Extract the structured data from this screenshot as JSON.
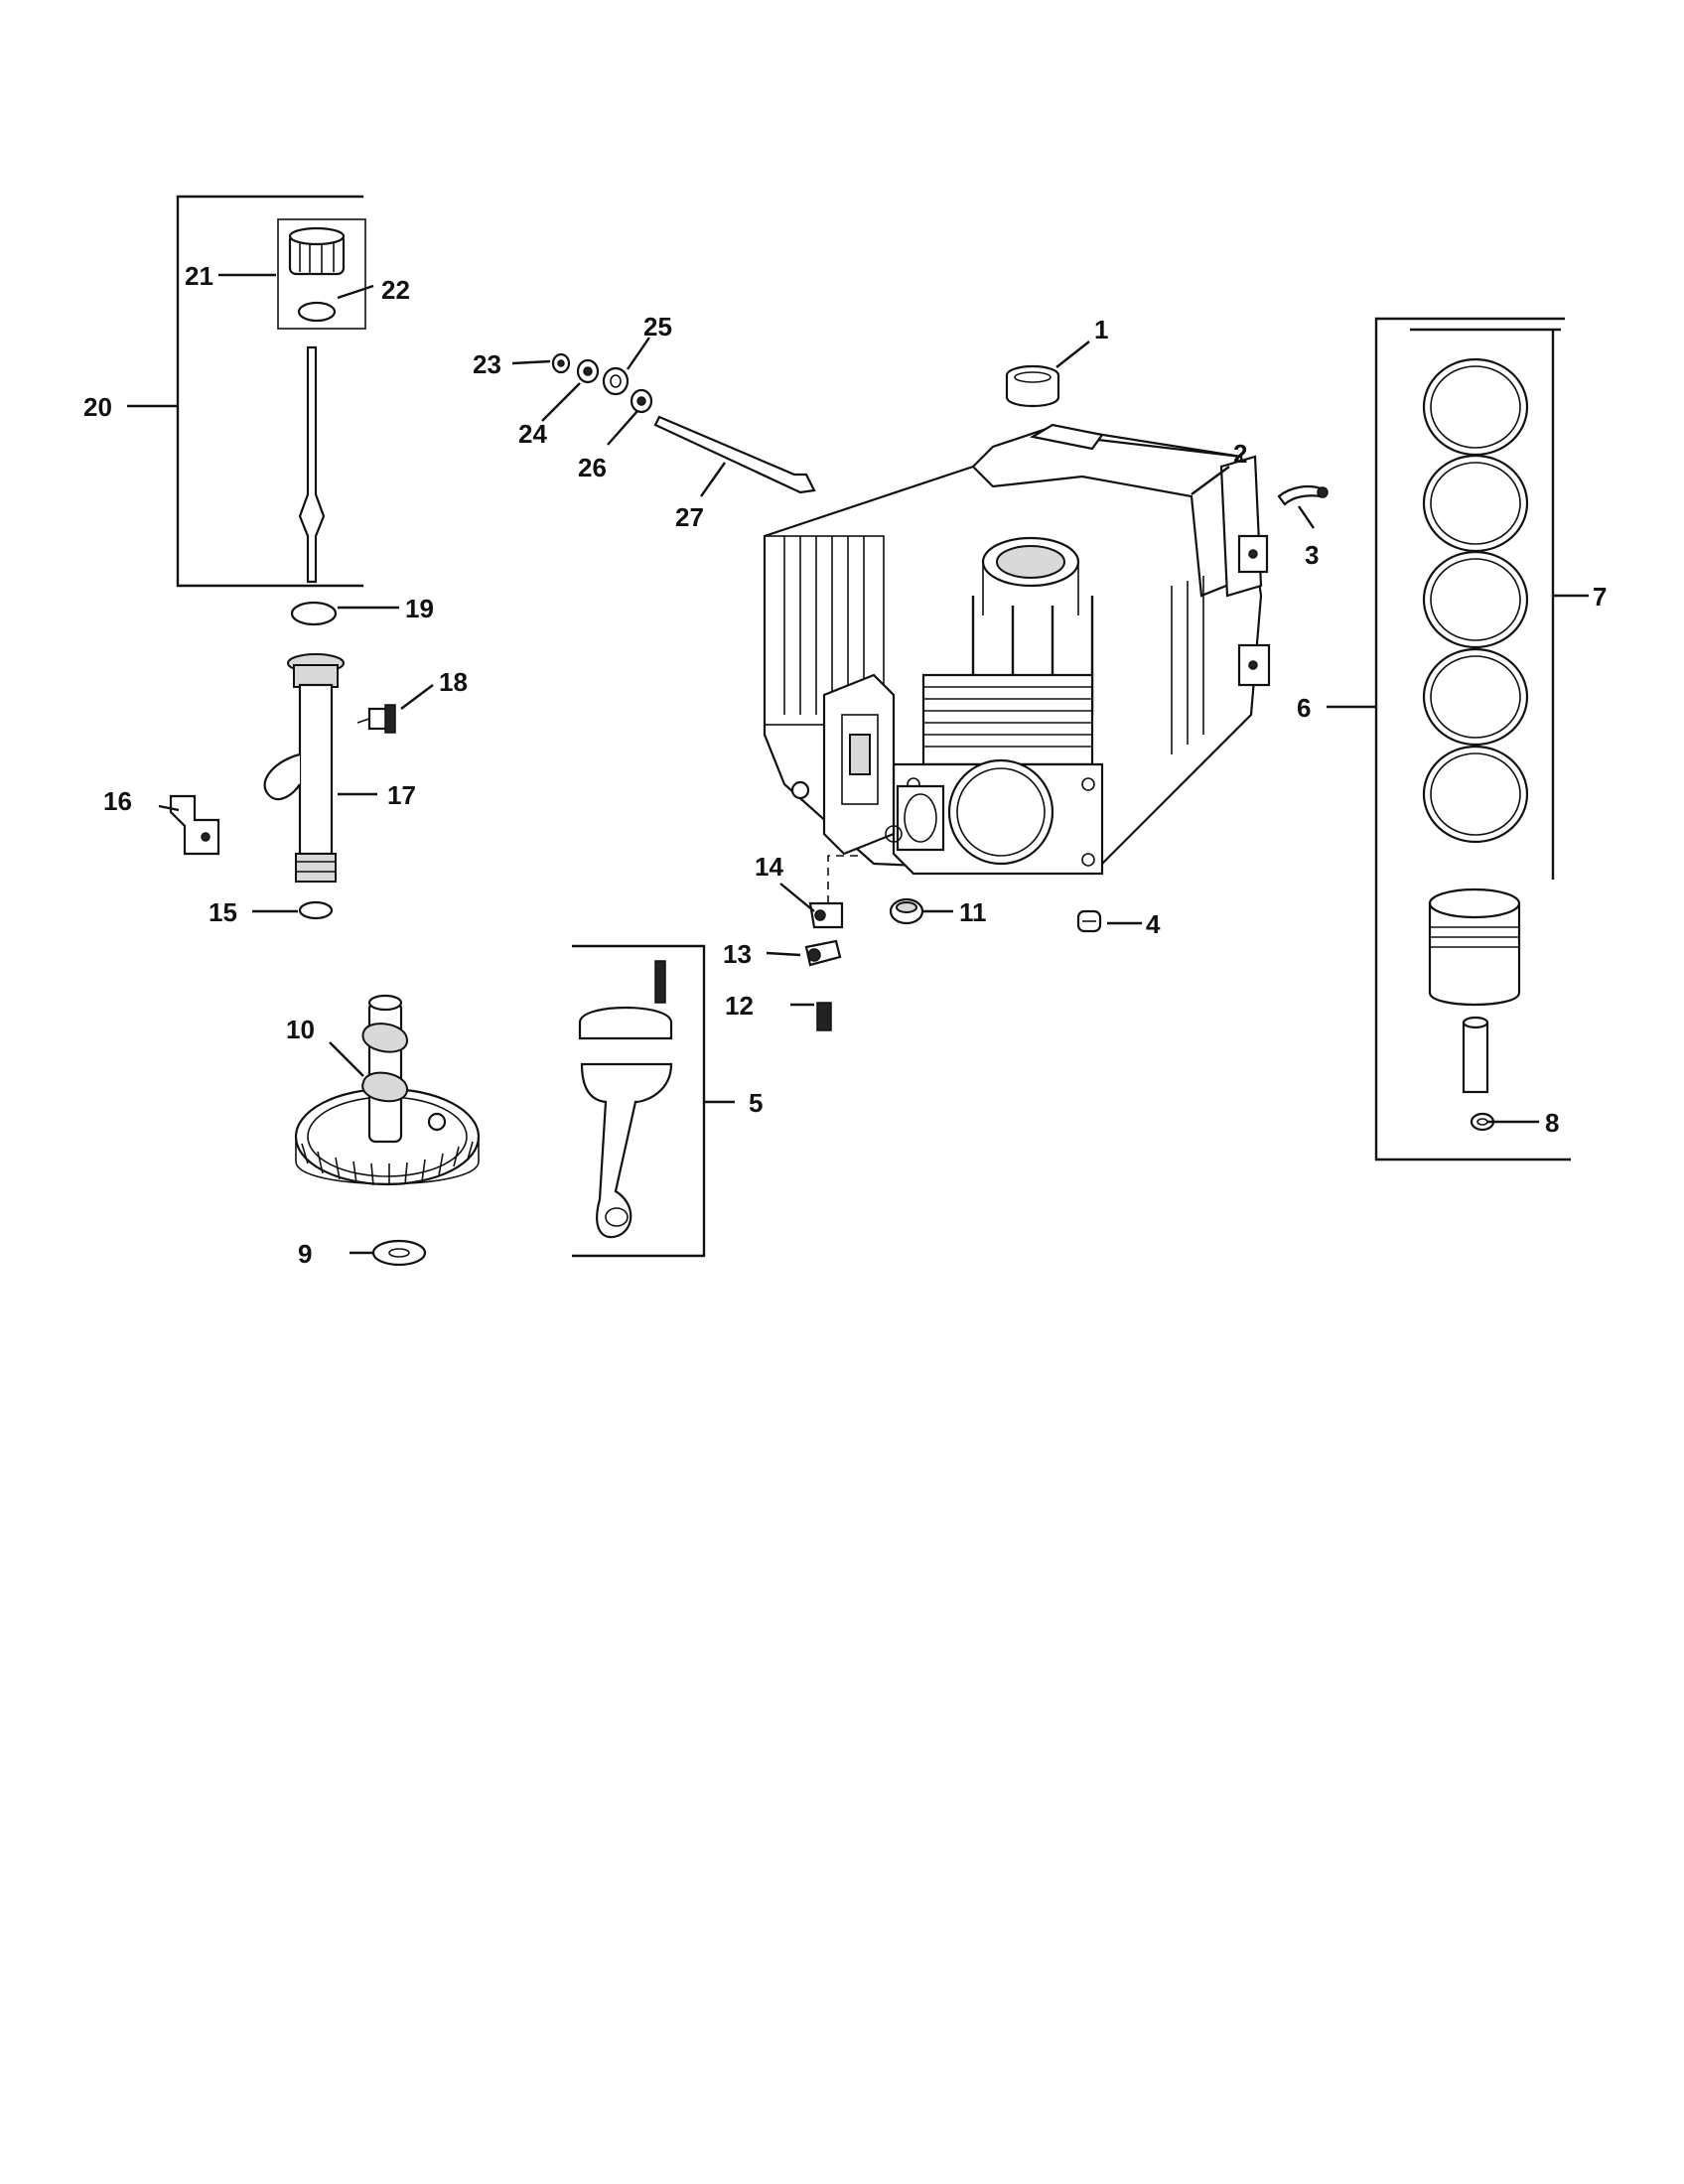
{
  "callouts": [
    {
      "id": "1",
      "text": "1"
    },
    {
      "id": "2",
      "text": "2"
    },
    {
      "id": "3",
      "text": "3"
    },
    {
      "id": "4",
      "text": "4"
    },
    {
      "id": "5",
      "text": "5"
    },
    {
      "id": "6",
      "text": "6"
    },
    {
      "id": "7",
      "text": "7"
    },
    {
      "id": "8",
      "text": "8"
    },
    {
      "id": "9",
      "text": "9"
    },
    {
      "id": "10",
      "text": "10"
    },
    {
      "id": "11",
      "text": "11"
    },
    {
      "id": "12",
      "text": "12"
    },
    {
      "id": "13",
      "text": "13"
    },
    {
      "id": "14",
      "text": "14"
    },
    {
      "id": "15",
      "text": "15"
    },
    {
      "id": "16",
      "text": "16"
    },
    {
      "id": "17",
      "text": "17"
    },
    {
      "id": "18",
      "text": "18"
    },
    {
      "id": "19",
      "text": "19"
    },
    {
      "id": "20",
      "text": "20"
    },
    {
      "id": "21",
      "text": "21"
    },
    {
      "id": "22",
      "text": "22"
    },
    {
      "id": "23",
      "text": "23"
    },
    {
      "id": "24",
      "text": "24"
    },
    {
      "id": "25",
      "text": "25"
    },
    {
      "id": "26",
      "text": "26"
    },
    {
      "id": "27",
      "text": "27"
    }
  ]
}
